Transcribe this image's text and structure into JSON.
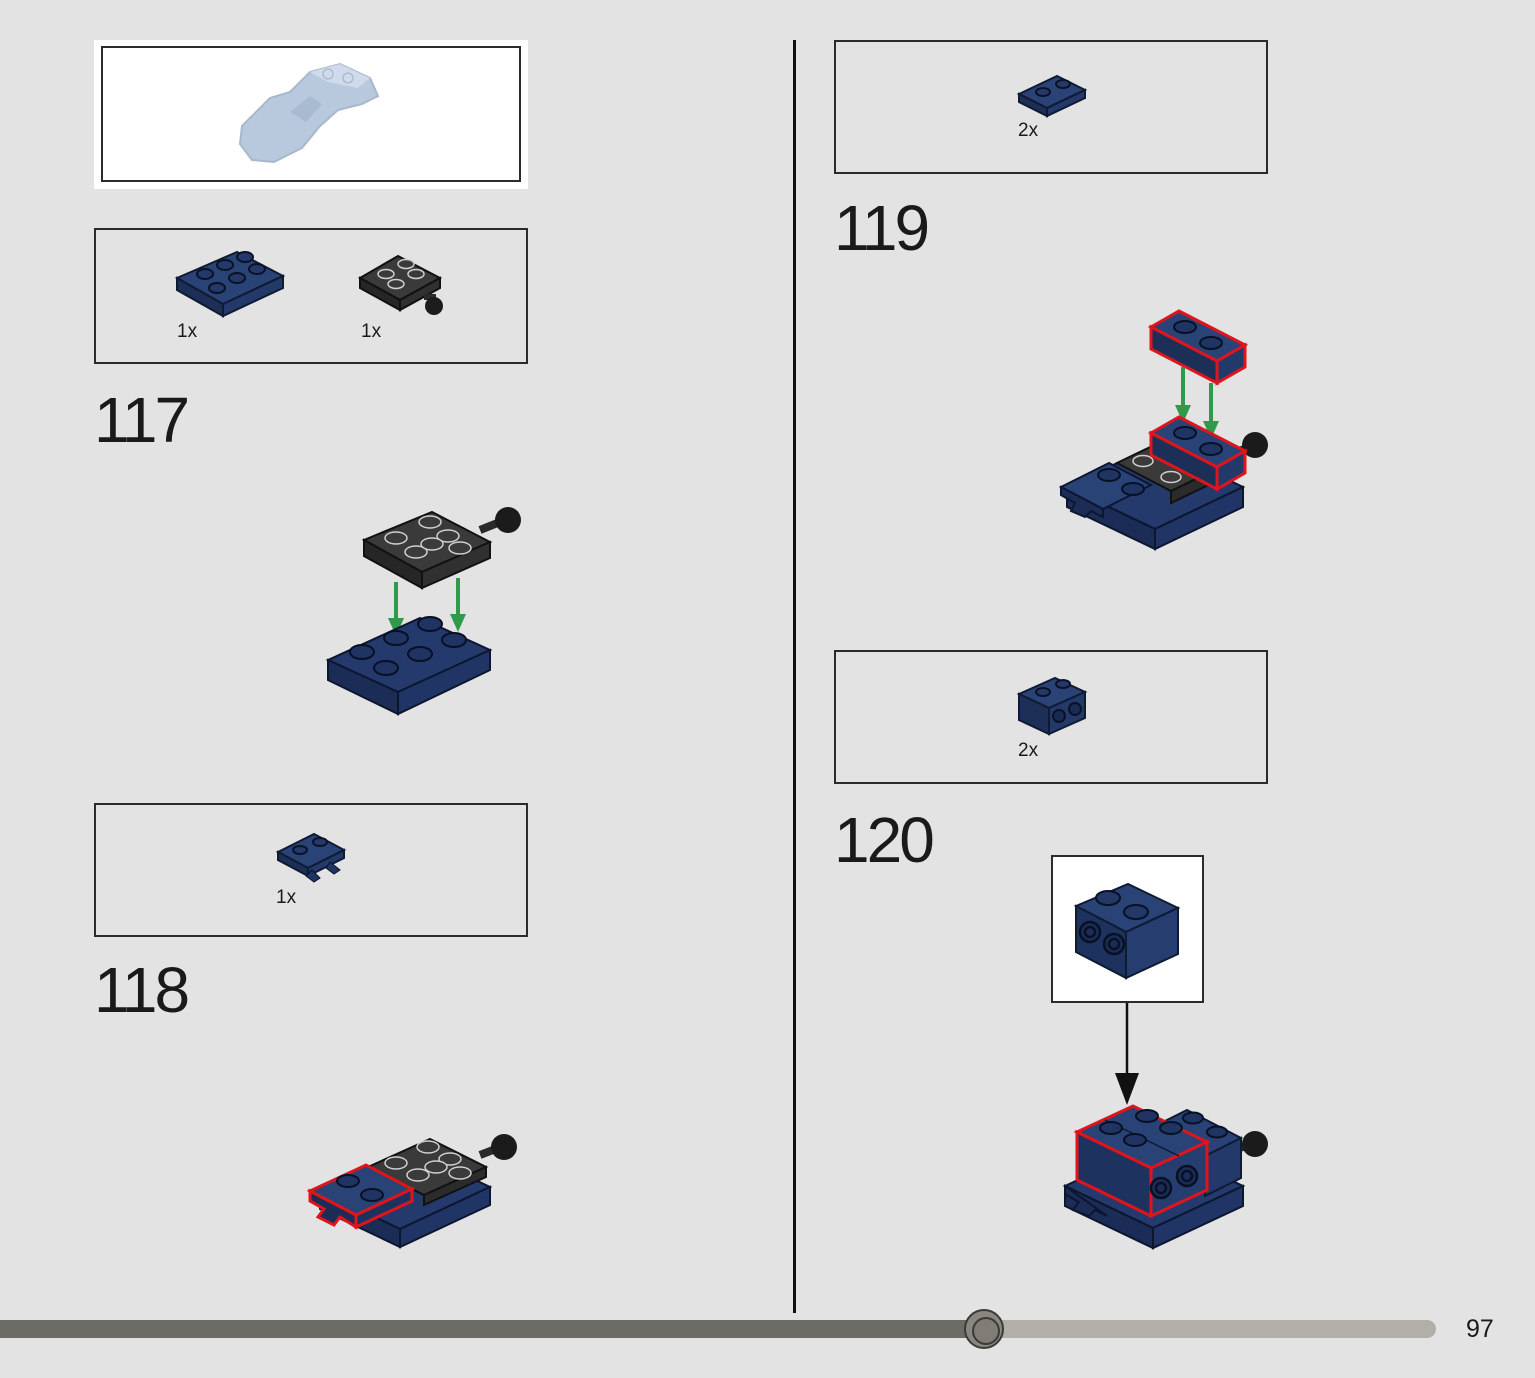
{
  "page": {
    "number": "97"
  },
  "progress": {
    "fraction": 0.685
  },
  "colors": {
    "background": "#e3e3e3",
    "dark_blue": "#1f3462",
    "black_part": "#2f2f2f",
    "highlight": "#e0141b",
    "arrow_green": "#2e9a4a",
    "progress_filled": "#6d6b66",
    "progress_empty": "#b2aea8"
  },
  "steps": [
    {
      "number": "117",
      "parts": [
        {
          "count": "1x",
          "part": "plate-2x3"
        },
        {
          "count": "1x",
          "part": "plate-2x2-towball"
        }
      ]
    },
    {
      "number": "118",
      "parts": [
        {
          "count": "1x",
          "part": "plate-1x2-clips"
        }
      ]
    },
    {
      "number": "119",
      "parts": [
        {
          "count": "2x",
          "part": "plate-1x2"
        }
      ]
    },
    {
      "number": "120",
      "parts": [
        {
          "count": "2x",
          "part": "brick-1x2-side-studs"
        }
      ]
    }
  ]
}
